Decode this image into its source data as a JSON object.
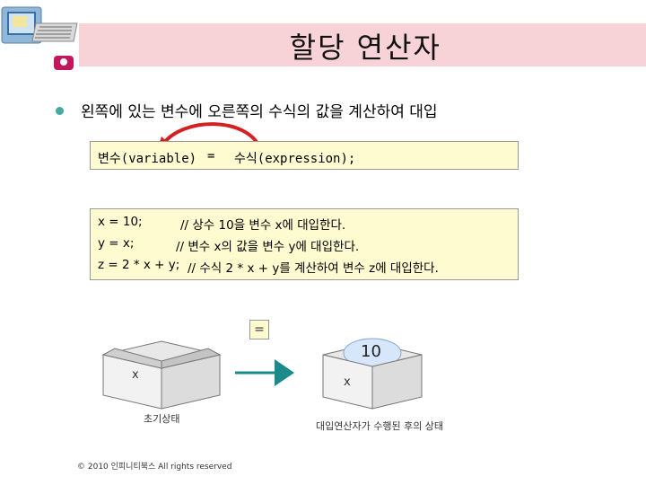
{
  "slide": {
    "title": "할당 연산자",
    "bullet": "왼쪽에 있는 변수에 오른쪽의 수식의 값을 계산하여 대입"
  },
  "syntax": {
    "left": "변수(variable)",
    "op": "=",
    "right": "수식(expression);"
  },
  "code": {
    "lines": [
      {
        "stmt": "x = 10;",
        "comment": "// 상수 10을 변수 x에 대입한다."
      },
      {
        "stmt": "y = x;",
        "comment": "// 변수 x의 값을 변수 y에 대입한다."
      },
      {
        "stmt": "z = 2 * x + y;",
        "comment": "// 수식 2 * x + y를 계산하여 변수 z에 대입한다."
      }
    ]
  },
  "diagram": {
    "operator": "=",
    "left_box_label": "x",
    "left_caption": "초기상태",
    "right_box_label": "x",
    "right_value": "10",
    "right_caption": "대입연산자가 수행된 후의 상태"
  },
  "footer": "© 2010 인피니티북스 All rights reserved",
  "colors": {
    "title_bar": "#f7d3d8",
    "bullet": "#46a9a0",
    "box_fill": "#fffbd1",
    "arrow_red": "#d42020",
    "arrow_teal": "#1a8a8a"
  }
}
